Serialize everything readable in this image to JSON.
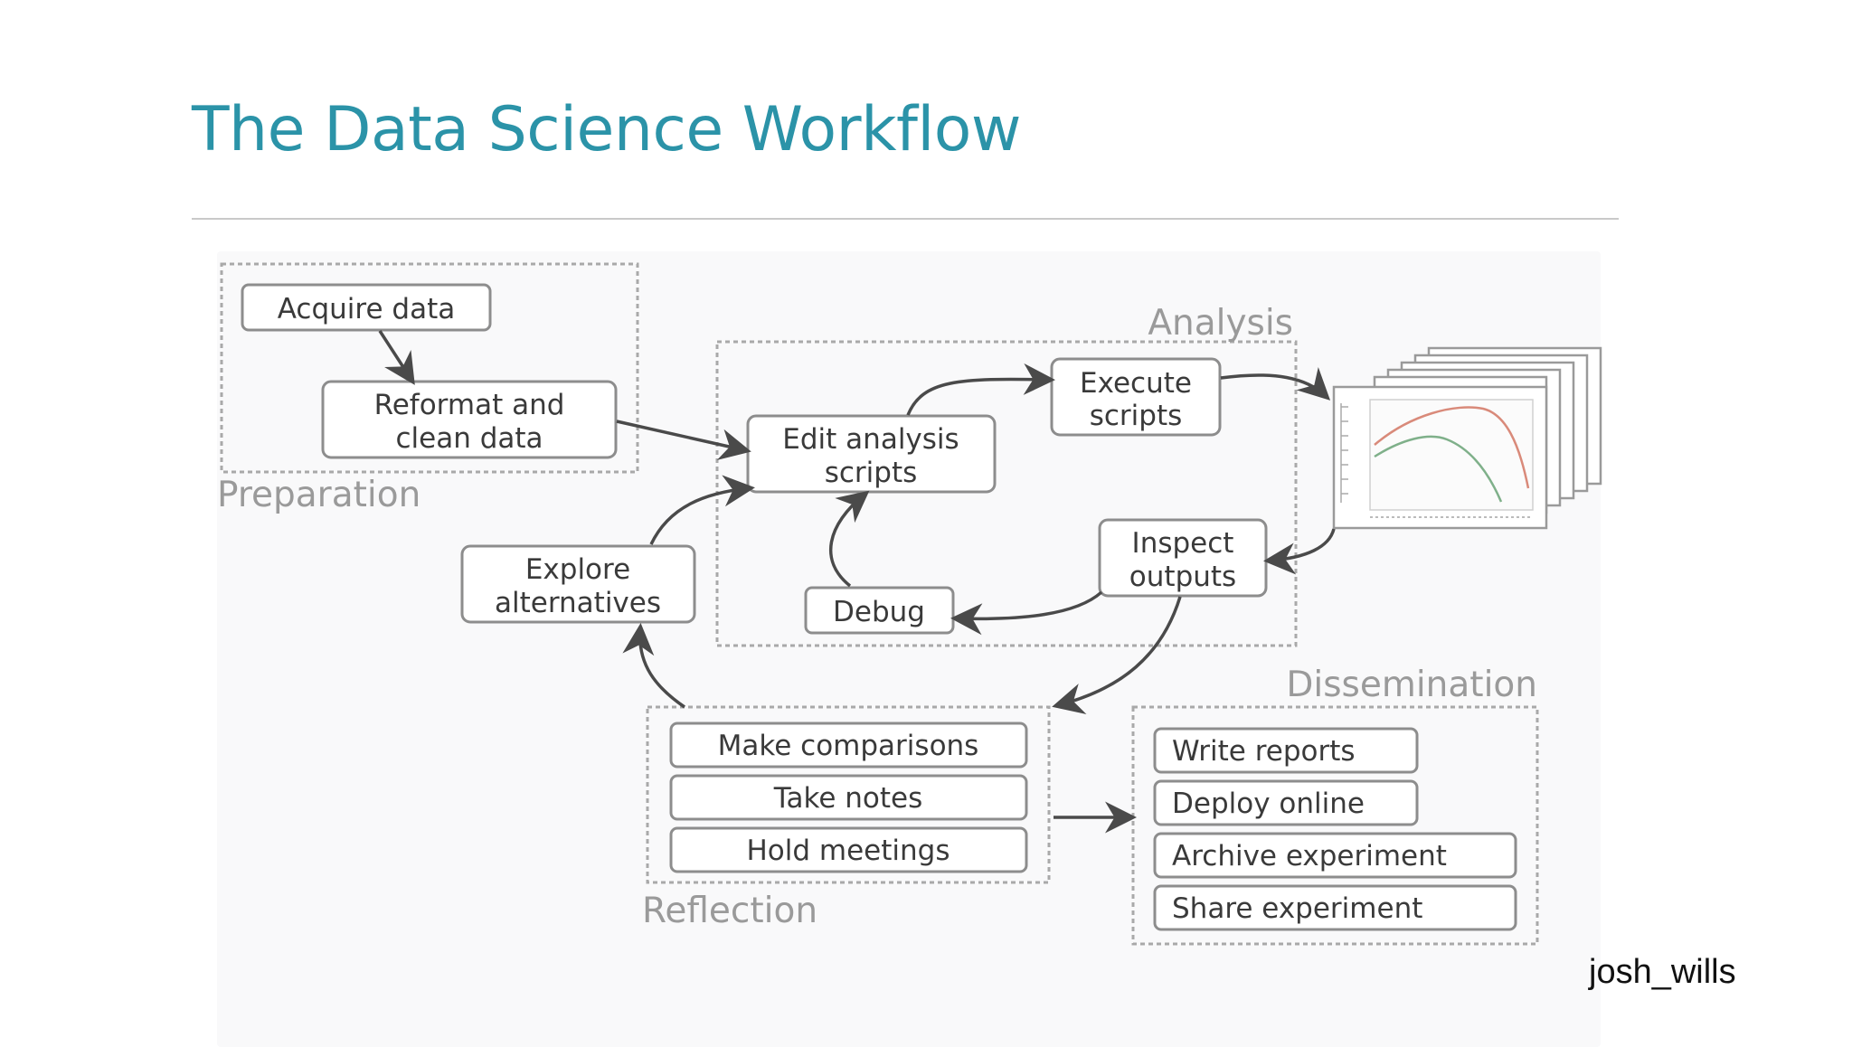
{
  "title": "The Data Science Workflow",
  "credit": "josh_wills",
  "regions": {
    "preparation": "Preparation",
    "analysis": "Analysis",
    "reflection": "Reflection",
    "dissemination": "Dissemination"
  },
  "steps": {
    "acquire": [
      "Acquire data"
    ],
    "reformat": [
      "Reformat and",
      "clean data"
    ],
    "edit": [
      "Edit analysis",
      "scripts"
    ],
    "execute": [
      "Execute",
      "scripts"
    ],
    "inspect": [
      "Inspect",
      "outputs"
    ],
    "debug": [
      "Debug"
    ],
    "explore": [
      "Explore",
      "alternatives"
    ],
    "compare": [
      "Make comparisons"
    ],
    "notes": [
      "Take notes"
    ],
    "meetings": [
      "Hold meetings"
    ],
    "reports": [
      "Write reports"
    ],
    "deploy": [
      "Deploy online"
    ],
    "archive": [
      "Archive experiment"
    ],
    "share": [
      "Share experiment"
    ]
  },
  "colors": {
    "title": "#2b93a8",
    "curve_red": "#d98a7a",
    "curve_green": "#7fb08a"
  },
  "icons": {
    "results": "stacked-plot-sheets-icon"
  }
}
